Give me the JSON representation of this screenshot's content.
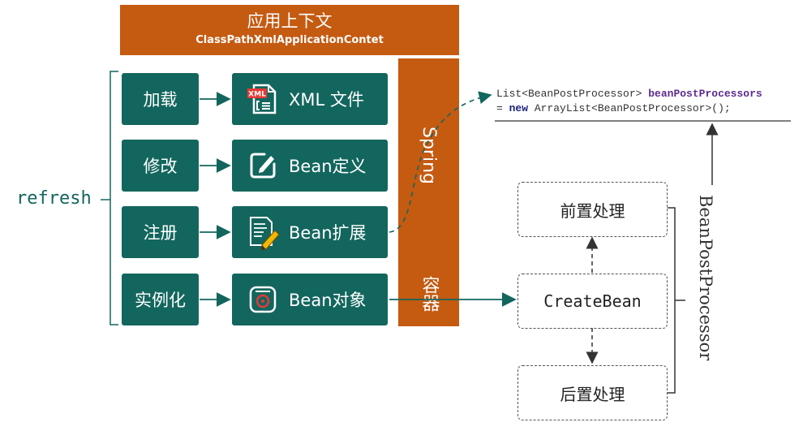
{
  "header": {
    "title": "应用上下文",
    "subtitle": "ClassPathXmlApplicationContet"
  },
  "container": {
    "title_en": "Spring",
    "title_cn": "容器"
  },
  "refresh_label": "refresh",
  "steps": [
    {
      "action": "加载",
      "target": "XML 文件",
      "icon": "xml-file-icon"
    },
    {
      "action": "修改",
      "target": "Bean定义",
      "icon": "edit-icon"
    },
    {
      "action": "注册",
      "target": "Bean扩展",
      "icon": "document-pen-icon"
    },
    {
      "action": "实例化",
      "target": "Bean对象",
      "icon": "bean-object-icon"
    }
  ],
  "xml_badge": "XML",
  "code": {
    "type_decl": "List<BeanPostProcessor>",
    "field": "beanPostProcessors",
    "assign_prefix": "=",
    "keyword": "new",
    "ctor": "ArrayList<BeanPostProcessor>();"
  },
  "flow": {
    "pre": "前置处理",
    "create": "CreateBean",
    "post": "后置处理"
  },
  "bpp_label": "BeanPostProcessor",
  "colors": {
    "teal": "#13665e",
    "orange": "#c55a11",
    "dark_arrow": "#333333"
  }
}
